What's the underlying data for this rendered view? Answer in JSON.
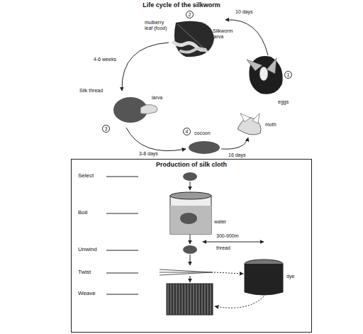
{
  "diagram": {
    "title": "Life cycle of the silkworm",
    "nodes": [
      {
        "text": [
          "Production of silk cloth"
        ]
      }
    ],
    "labels": [
      "2",
      "mulberry leaf (food)",
      "Silkworm larva",
      "10 days",
      "1",
      "eggs",
      "moth",
      "16 days",
      "4",
      "cocoon",
      "3-8 days",
      "3",
      "larva",
      "Silk thread",
      "4-6 weeks",
      "Select",
      "Boil",
      "water",
      "Unwind",
      "300-900m",
      "thread",
      "Twist",
      "dye",
      "Weave"
    ]
  }
}
